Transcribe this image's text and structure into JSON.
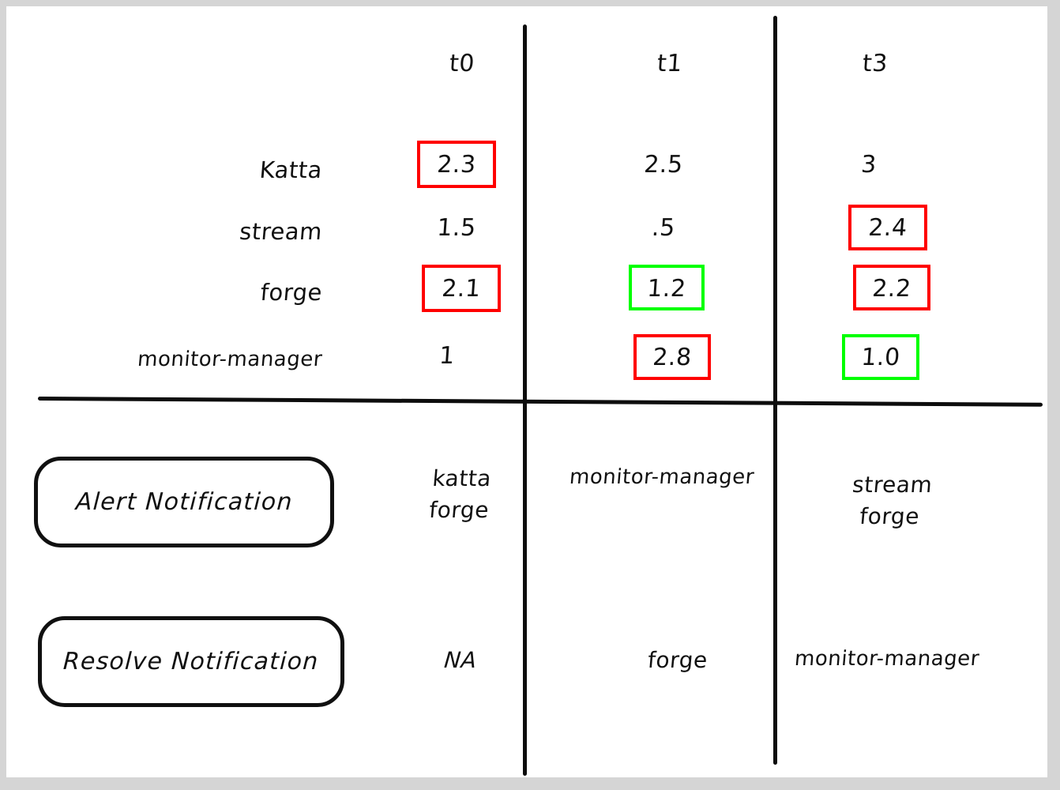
{
  "canvas": {
    "background": "#ffffff",
    "page_background": "#d5d5d5",
    "ink_color": "#101010",
    "alert_color": "#ff0000",
    "resolve_color": "#00ff00"
  },
  "table": {
    "columns": [
      {
        "key": "t0",
        "label": "t0"
      },
      {
        "key": "t1",
        "label": "t1"
      },
      {
        "key": "t3",
        "label": "t3"
      }
    ],
    "rows": [
      {
        "label": "Katta",
        "cells": [
          {
            "value": "2.3",
            "highlight": "red"
          },
          {
            "value": "2.5",
            "highlight": "none"
          },
          {
            "value": "3",
            "highlight": "none"
          }
        ]
      },
      {
        "label": "stream",
        "cells": [
          {
            "value": "1.5",
            "highlight": "none"
          },
          {
            "value": ".5",
            "highlight": "none"
          },
          {
            "value": "2.4",
            "highlight": "red"
          }
        ]
      },
      {
        "label": "forge",
        "cells": [
          {
            "value": "2.1",
            "highlight": "red"
          },
          {
            "value": "1.2",
            "highlight": "green"
          },
          {
            "value": "2.2",
            "highlight": "red"
          }
        ]
      },
      {
        "label": "monitor-manager",
        "cells": [
          {
            "value": "1",
            "highlight": "none"
          },
          {
            "value": "2.8",
            "highlight": "red"
          },
          {
            "value": "1.0",
            "highlight": "green"
          }
        ]
      }
    ]
  },
  "notifications": [
    {
      "pill_label": "Alert Notification",
      "cells": [
        {
          "lines": [
            "katta",
            "forge"
          ]
        },
        {
          "lines": [
            "monitor-manager"
          ]
        },
        {
          "lines": [
            "stream",
            "forge"
          ]
        }
      ]
    },
    {
      "pill_label": "Resolve Notification",
      "cells": [
        {
          "lines": [
            "NA"
          ]
        },
        {
          "lines": [
            "forge"
          ]
        },
        {
          "lines": [
            "monitor-manager"
          ]
        }
      ]
    }
  ]
}
